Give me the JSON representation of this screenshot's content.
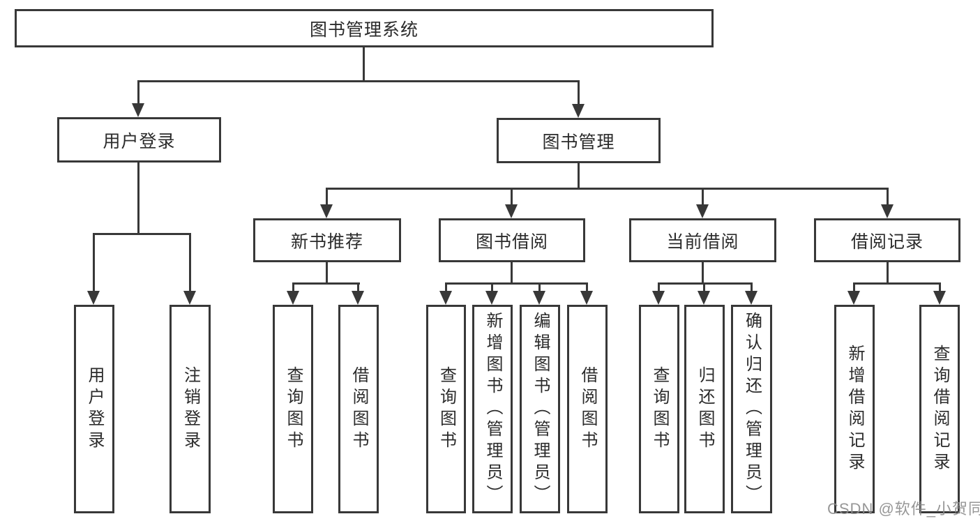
{
  "root": {
    "label": "图书管理系统"
  },
  "level2": {
    "user_login": "用户登录",
    "book_mgmt": "图书管理"
  },
  "level3": {
    "new_books": "新书推荐",
    "book_borrow": "图书借阅",
    "current_borrow": "当前借阅",
    "borrow_records": "借阅记录"
  },
  "leaves": {
    "user_login_1": "用户登录",
    "user_login_2": "注销登录",
    "new_books_1": "查询图书",
    "new_books_2": "借阅图书",
    "book_borrow_1": "查询图书",
    "book_borrow_2": "新增图书（管理员）",
    "book_borrow_3": "编辑图书（管理员）",
    "book_borrow_4": "借阅图书",
    "current_borrow_1": "查询图书",
    "current_borrow_2": "归还图书",
    "current_borrow_3": "确认归还（管理员）",
    "borrow_records_1": "新增借阅记录",
    "borrow_records_2": "查询借阅记录"
  },
  "watermark": "CSDN @软件_小贺同学",
  "colors": {
    "line": "#383838",
    "text": "#2b2b2b",
    "background": "#ffffff",
    "watermark": "#8c8c8c"
  }
}
